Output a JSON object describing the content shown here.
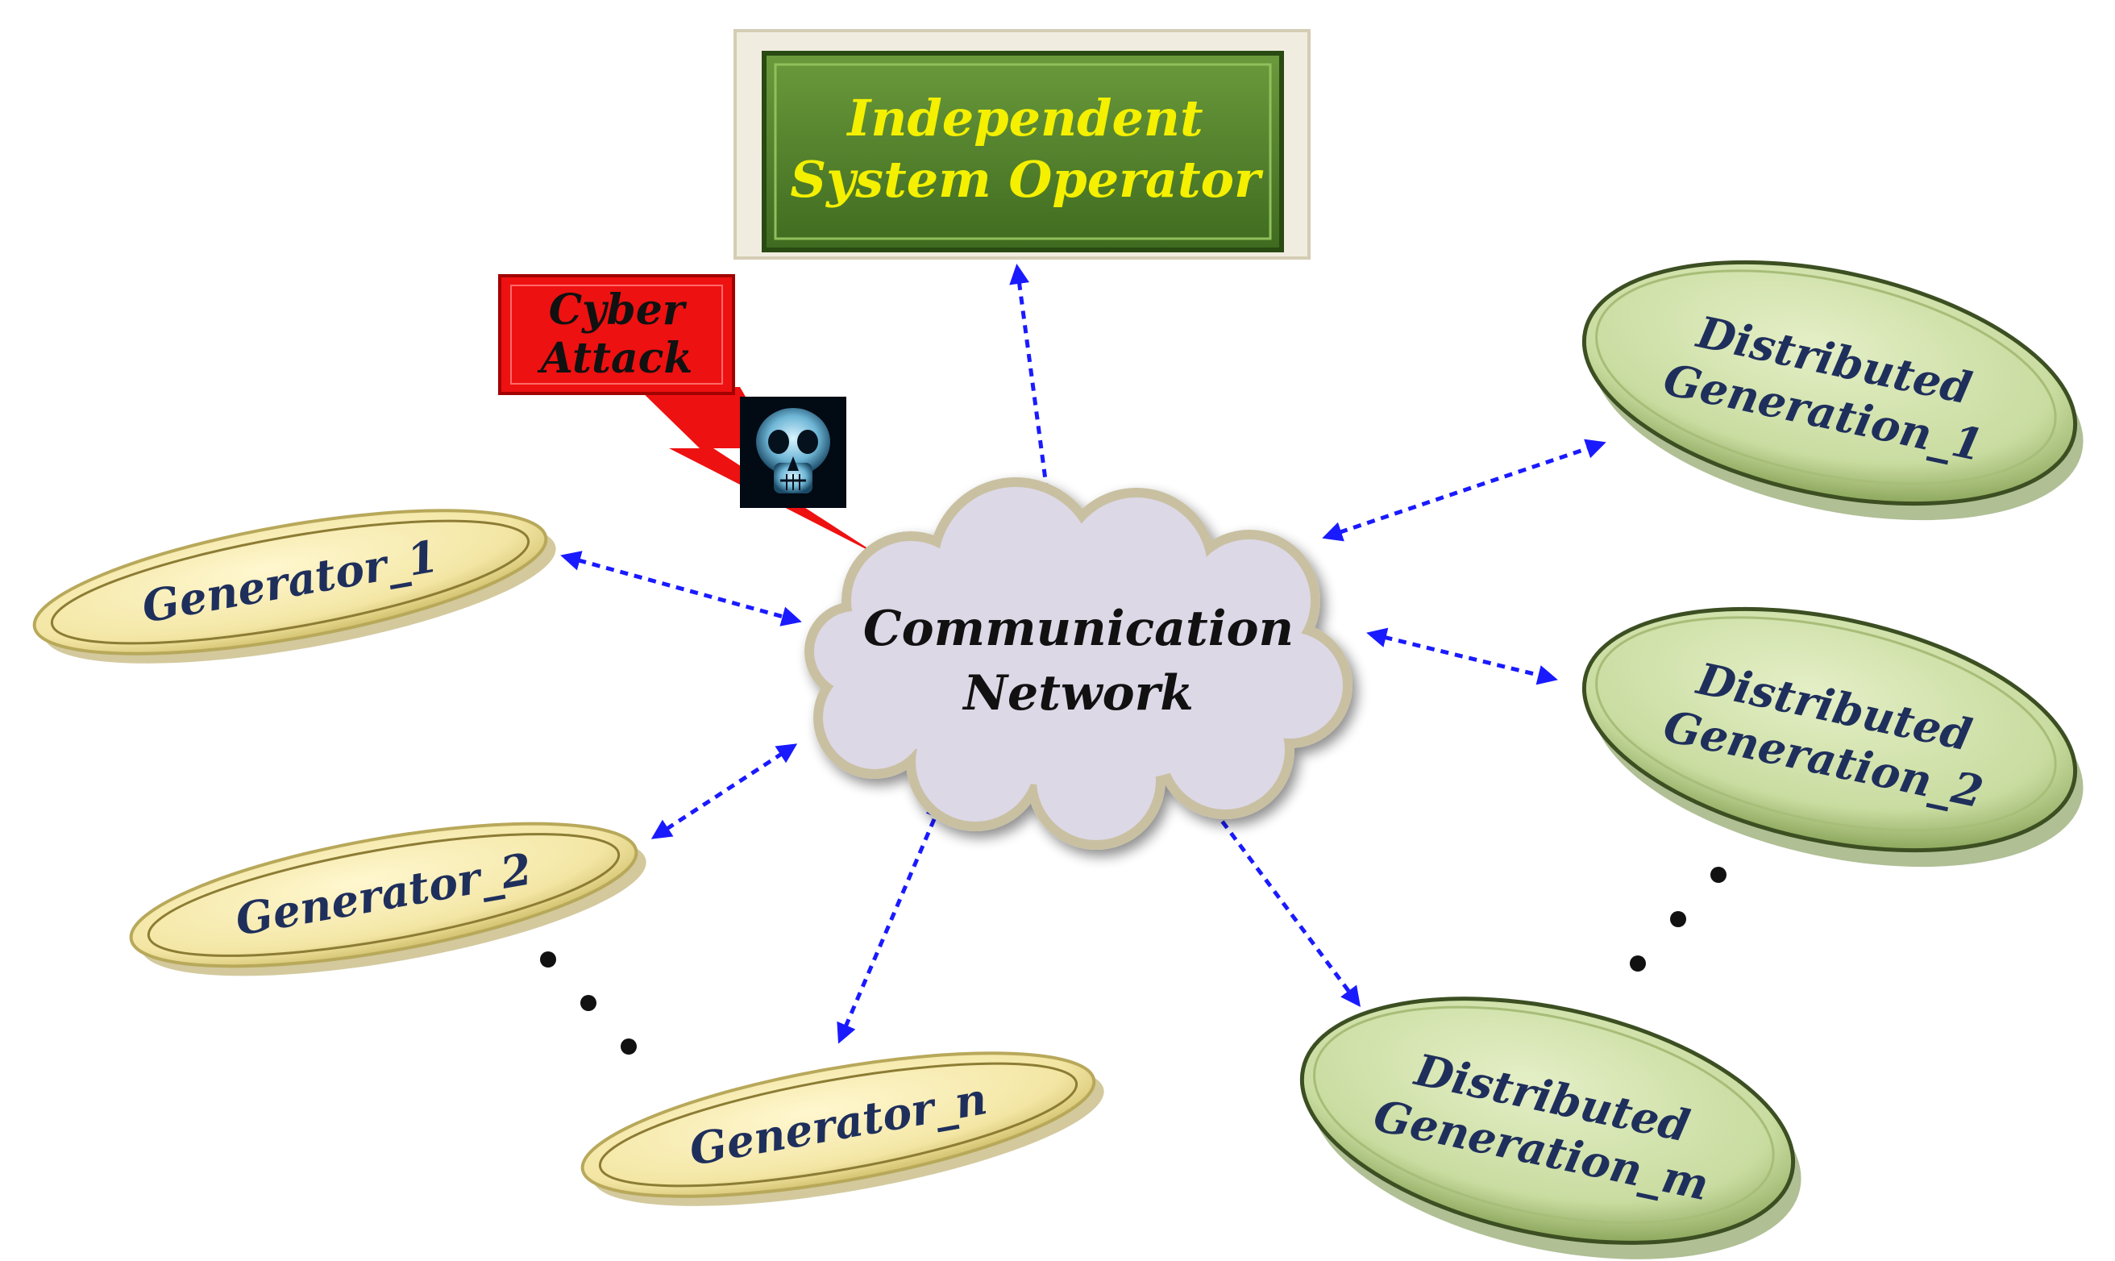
{
  "colors": {
    "arrow": "#1a1aff",
    "node_text": "#1f2f5c",
    "iso_fill": "#4f7d2a",
    "iso_text": "#f4f000",
    "cloud_fill": "#dcd8e6",
    "generator_fill": "#f3e6a4",
    "dg_fill": "#c9dca0",
    "attack_fill": "#ee1111"
  },
  "iso": {
    "line1": "Independent",
    "line2": "System Operator"
  },
  "network": {
    "line1": "Communication",
    "line2": "Network"
  },
  "attack": {
    "line1": "Cyber",
    "line2": "Attack",
    "icon": "skull-icon"
  },
  "generators": [
    {
      "label": "Generator_1"
    },
    {
      "label": "Generator_2"
    },
    {
      "label": "Generator_n"
    }
  ],
  "distributed": [
    {
      "line1": "Distributed",
      "line2": "Generation_1"
    },
    {
      "line1": "Distributed",
      "line2": "Generation_2"
    },
    {
      "line1": "Distributed",
      "line2": "Generation_m"
    }
  ]
}
